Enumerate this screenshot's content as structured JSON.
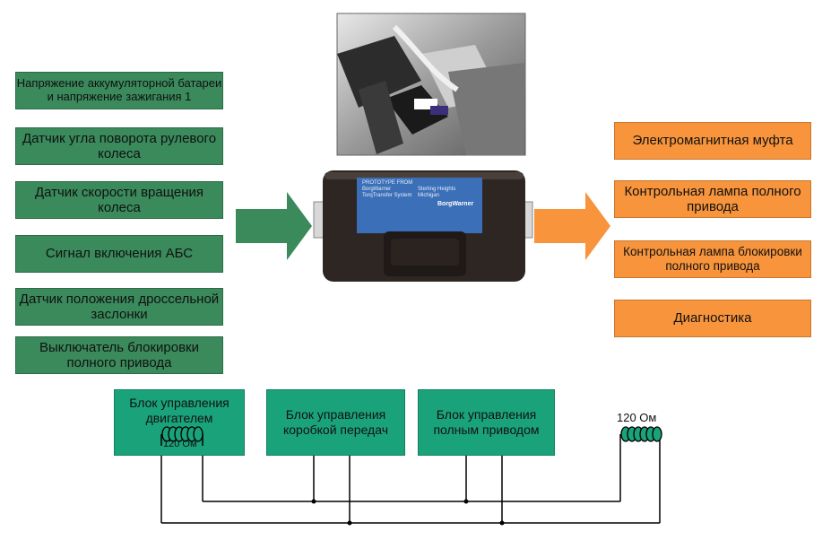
{
  "inputs": [
    "Напряжение аккумуляторной батареи и напряжение зажигания 1",
    "Датчик угла поворота рулевого колеса",
    "Датчик скорости вращения колеса",
    "Сигнал включения АБС",
    "Датчик положения дроссельной заслонки",
    "Выключатель блокировки полного привода"
  ],
  "outputs": [
    "Электромагнитная муфта",
    "Контрольная лампа полного привода",
    "Контрольная лампа блокировки полного привода",
    "Диагностика"
  ],
  "module_label": {
    "header": "PROTOTYPE FROM",
    "brand": "BorgWarner",
    "system": "TorqTransfer System",
    "line2": "Sterling Heights",
    "line3": "Michigan",
    "logo": "BorgWarner"
  },
  "can_bus": {
    "ecus": [
      "Блок управления двигателем",
      "Блок управления коробкой передач",
      "Блок управления полным приводом"
    ],
    "terminator_left": "120 Ом",
    "terminator_right": "120 Ом"
  },
  "colors": {
    "input_box": "#3a8a5c",
    "output_box": "#f7943c",
    "ecu_box": "#1aa37a",
    "input_arrow": "#3a8a5c",
    "output_arrow": "#f7943c"
  }
}
